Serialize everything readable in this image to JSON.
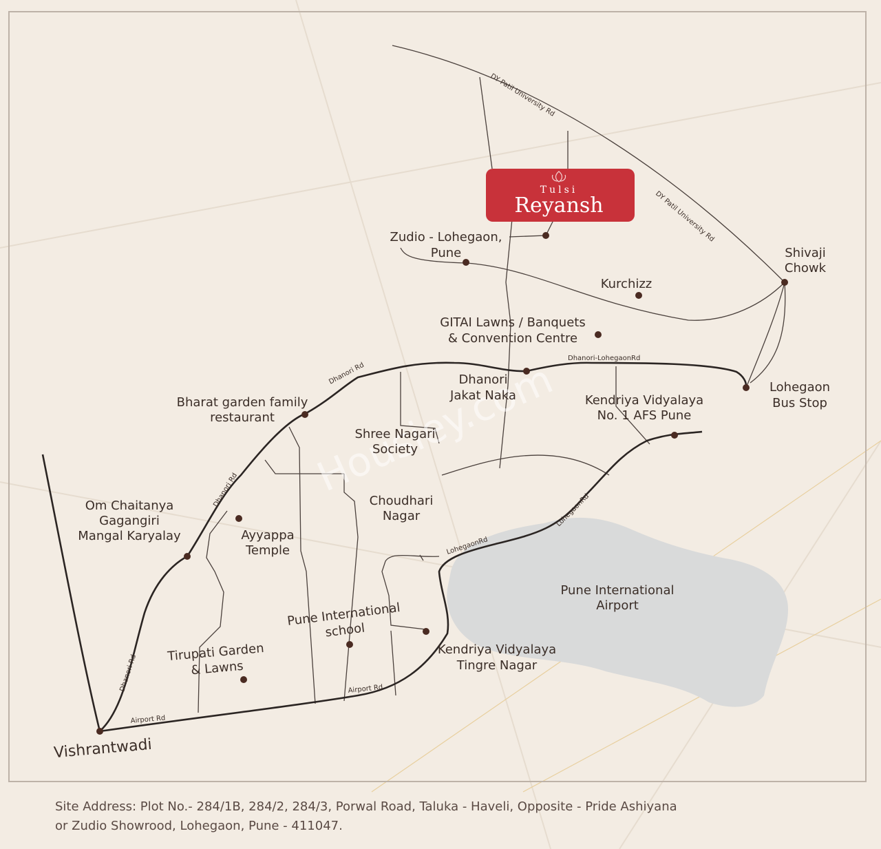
{
  "logo": {
    "line1": "Tulsi",
    "line2": "Reyansh"
  },
  "landmarks": {
    "zudio_l1": "Zudio - Lohegaon,",
    "zudio_l2": "Pune",
    "shivaji_l1": "Shivaji",
    "shivaji_l2": "Chowk",
    "kurchizz": "Kurchizz",
    "gitai_l1": "GITAI Lawns / Banquets",
    "gitai_l2": "& Convention Centre",
    "dhanori_l1": "Dhanori",
    "dhanori_l2": "Jakat Naka",
    "lohegaon_l1": "Lohegaon",
    "lohegaon_l2": "Bus Stop",
    "bharat_l1": "Bharat garden family",
    "bharat_l2": "restaurant",
    "kv1_l1": "Kendriya Vidyalaya",
    "kv1_l2": "No. 1 AFS Pune",
    "shree_l1": "Shree Nagari",
    "shree_l2": "Society",
    "om_l1": "Om Chaitanya",
    "om_l2": "Gagangiri",
    "om_l3": "Mangal Karyalay",
    "choudhari_l1": "Choudhari",
    "choudhari_l2": "Nagar",
    "ayyappa_l1": "Ayyappa",
    "ayyappa_l2": "Temple",
    "airport_l1": "Pune International",
    "airport_l2": "Airport",
    "school_l1": "Pune International",
    "school_l2": "school",
    "kv2_l1": "Kendriya Vidyalaya",
    "kv2_l2": "Tingre Nagar",
    "tirupati_l1": "Tirupati Garden",
    "tirupati_l2": "& Lawns",
    "vishrantwadi": "Vishrantwadi"
  },
  "roads": {
    "dy1": "DY Patil University Rd",
    "dy2": "DY Patil University Rd",
    "dhanori_lohegaon": "Dhanori-LohegaonRd",
    "dhanori1": "Dhanori Rd",
    "dhanori2": "Dhanori Rd",
    "dhanori3": "Dhanori Rd",
    "lohegaon1": "LohegaonRd",
    "lohegaon2": "LohegaonRd",
    "airport1": "Airport Rd",
    "airport2": "Airport Rd"
  },
  "address": {
    "line1": "Site Address: Plot No.- 284/1B, 284/2, 284/3, Porwal Road, Taluka - Haveli, Opposite - Pride Ashiyana",
    "line2": "or Zudio Showrood, Lohegaon, Pune - 411047."
  },
  "colors": {
    "background": "#f3ece3",
    "logo": "#c8323a",
    "airport": "#d9d9d9",
    "road": "#2b2523",
    "text": "#3b2e28"
  }
}
